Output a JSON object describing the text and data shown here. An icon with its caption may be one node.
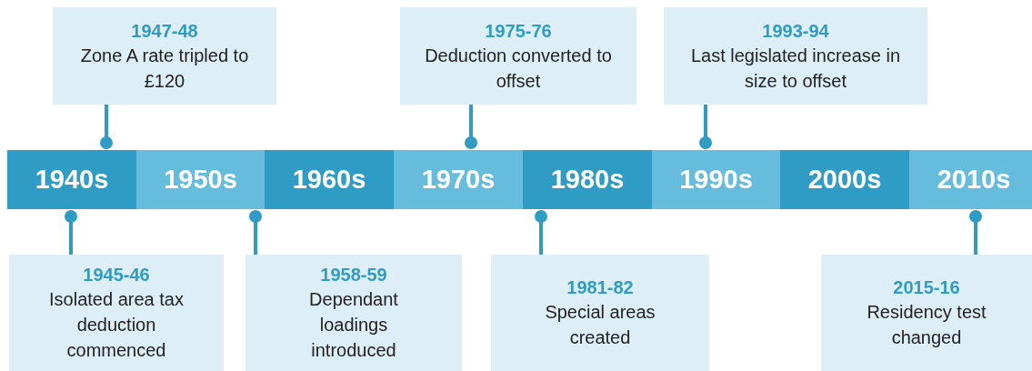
{
  "diagram": {
    "nodes": [
      {
        "text": [
          "1940s"
        ]
      },
      {
        "text": [
          "1950s"
        ]
      },
      {
        "text": [
          "1960s"
        ]
      },
      {
        "text": [
          "1970s"
        ]
      },
      {
        "text": [
          "1980s"
        ]
      },
      {
        "text": [
          "1990s"
        ]
      },
      {
        "text": [
          "2000s"
        ]
      },
      {
        "text": [
          "2010s"
        ]
      },
      {
        "text": [
          "1947-48",
          "Zone A rate tripled to £120"
        ]
      },
      {
        "text": [
          "1975-76",
          "Deduction converted to offset"
        ]
      },
      {
        "text": [
          "1993-94",
          "Last legislated increase in size to offset"
        ]
      },
      {
        "text": [
          "1945-46",
          "Isolated area tax deduction commenced"
        ]
      },
      {
        "text": [
          "1958-59",
          "Dependant loadings introduced"
        ]
      },
      {
        "text": [
          "1981-82",
          "Special areas created"
        ]
      },
      {
        "text": [
          "2015-16",
          "Residency test changed"
        ]
      }
    ],
    "edges": [
      {
        "from": 8,
        "to": 0,
        "arrow": "other"
      },
      {
        "from": 9,
        "to": 3,
        "arrow": "other"
      },
      {
        "from": 10,
        "to": 5,
        "arrow": "other"
      },
      {
        "from": 11,
        "to": 0,
        "arrow": "other"
      },
      {
        "from": 12,
        "to": 1,
        "arrow": "other"
      },
      {
        "from": 13,
        "to": 4,
        "arrow": "other"
      },
      {
        "from": 14,
        "to": 7,
        "arrow": "other"
      }
    ]
  }
}
